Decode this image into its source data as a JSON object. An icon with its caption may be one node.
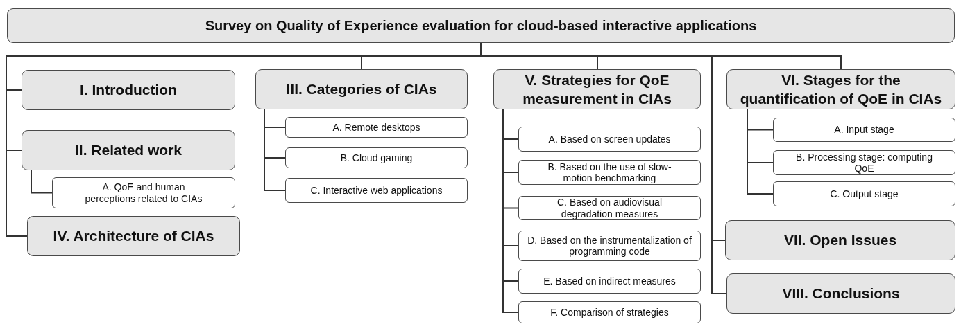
{
  "diagram": {
    "nodes": [
      {
        "text": [
          "Survey on Quality of Experience evaluation for cloud-based interactive applications"
        ]
      },
      {
        "text": [
          "I. Introduction"
        ]
      },
      {
        "text": [
          "II. Related work"
        ]
      },
      {
        "text": [
          "A. QoE and human perceptions related to CIAs"
        ]
      },
      {
        "text": [
          "IV. Architecture of CIAs"
        ]
      },
      {
        "text": [
          "III. Categories of CIAs"
        ]
      },
      {
        "text": [
          "A. Remote desktops"
        ]
      },
      {
        "text": [
          "B. Cloud gaming"
        ]
      },
      {
        "text": [
          "C. Interactive web applications"
        ]
      },
      {
        "text": [
          "V. Strategies for QoE measurement in CIAs"
        ]
      },
      {
        "text": [
          "A. Based on screen updates"
        ]
      },
      {
        "text": [
          "B. Based on the use of slow-motion benchmarking"
        ]
      },
      {
        "text": [
          "C. Based on audiovisual degradation measures"
        ]
      },
      {
        "text": [
          "D. Based on the instrumentalization of programming code"
        ]
      },
      {
        "text": [
          "E. Based on indirect measures"
        ]
      },
      {
        "text": [
          "F. Comparison of strategies"
        ]
      },
      {
        "text": [
          "VI. Stages for the quantification of QoE in CIAs"
        ]
      },
      {
        "text": [
          "A. Input stage"
        ]
      },
      {
        "text": [
          "B. Processing stage: computing QoE"
        ]
      },
      {
        "text": [
          "C. Output stage"
        ]
      },
      {
        "text": [
          "VII. Open Issues"
        ]
      },
      {
        "text": [
          "VIII. Conclusions"
        ]
      }
    ],
    "edges": [
      {
        "from": 0,
        "to": 1,
        "arrow": "none"
      },
      {
        "from": 0,
        "to": 2,
        "arrow": "none"
      },
      {
        "from": 2,
        "to": 3,
        "arrow": "none"
      },
      {
        "from": 0,
        "to": 4,
        "arrow": "none"
      },
      {
        "from": 0,
        "to": 5,
        "arrow": "none"
      },
      {
        "from": 5,
        "to": 6,
        "arrow": "none"
      },
      {
        "from": 5,
        "to": 7,
        "arrow": "none"
      },
      {
        "from": 5,
        "to": 8,
        "arrow": "none"
      },
      {
        "from": 0,
        "to": 9,
        "arrow": "none"
      },
      {
        "from": 9,
        "to": 10,
        "arrow": "none"
      },
      {
        "from": 9,
        "to": 11,
        "arrow": "none"
      },
      {
        "from": 9,
        "to": 12,
        "arrow": "none"
      },
      {
        "from": 9,
        "to": 13,
        "arrow": "none"
      },
      {
        "from": 9,
        "to": 14,
        "arrow": "none"
      },
      {
        "from": 9,
        "to": 15,
        "arrow": "none"
      },
      {
        "from": 0,
        "to": 16,
        "arrow": "none"
      },
      {
        "from": 16,
        "to": 17,
        "arrow": "none"
      },
      {
        "from": 16,
        "to": 18,
        "arrow": "none"
      },
      {
        "from": 16,
        "to": 19,
        "arrow": "none"
      },
      {
        "from": 0,
        "to": 20,
        "arrow": "none"
      },
      {
        "from": 0,
        "to": 21,
        "arrow": "none"
      }
    ]
  }
}
